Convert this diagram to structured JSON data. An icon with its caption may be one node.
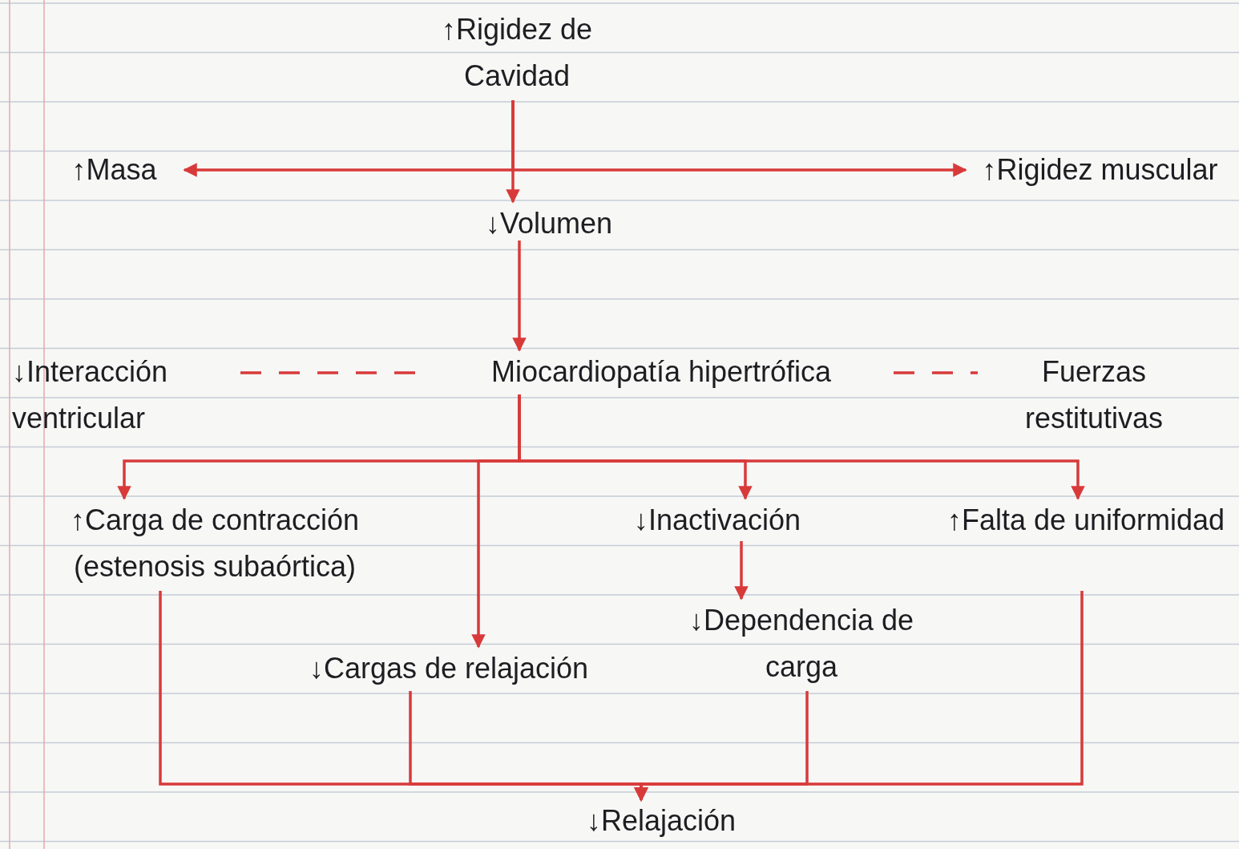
{
  "diagram": {
    "nodes": [
      {
        "text": [
          "↑Rigidez de Cavidad"
        ]
      },
      {
        "text": [
          "↑Masa"
        ]
      },
      {
        "text": [
          "↑Rigidez muscular"
        ]
      },
      {
        "text": [
          "↓Volumen"
        ]
      },
      {
        "text": [
          "↓Interacción ventricular"
        ]
      },
      {
        "text": [
          "Miocardiopatía hipertrófica"
        ]
      },
      {
        "text": [
          "Fuerzas restitutivas"
        ]
      },
      {
        "text": [
          "↑Carga de contracción (estenosis subaórtica)"
        ]
      },
      {
        "text": [
          "↓Inactivación"
        ]
      },
      {
        "text": [
          "↑Falta de uniformidad"
        ]
      },
      {
        "text": [
          "↓Dependencia de carga"
        ]
      },
      {
        "text": [
          "↓Cargas de relajación"
        ]
      },
      {
        "text": [
          "↓Relajación"
        ]
      }
    ],
    "edges": [
      {
        "from": 0,
        "to": 1,
        "arrow": "to"
      },
      {
        "from": 0,
        "to": 2,
        "arrow": "to"
      },
      {
        "from": 0,
        "to": 3,
        "arrow": "to"
      },
      {
        "from": 3,
        "to": 5,
        "arrow": "to"
      },
      {
        "from": 4,
        "to": 5,
        "arrow": "none",
        "style": "dashed"
      },
      {
        "from": 5,
        "to": 6,
        "arrow": "none",
        "style": "dashed"
      },
      {
        "from": 5,
        "to": 7,
        "arrow": "to"
      },
      {
        "from": 5,
        "to": 11,
        "arrow": "to"
      },
      {
        "from": 5,
        "to": 8,
        "arrow": "to"
      },
      {
        "from": 5,
        "to": 9,
        "arrow": "to"
      },
      {
        "from": 8,
        "to": 10,
        "arrow": "to"
      },
      {
        "from": 7,
        "to": 12,
        "arrow": "to"
      },
      {
        "from": 11,
        "to": 12,
        "arrow": "to"
      },
      {
        "from": 10,
        "to": 12,
        "arrow": "to"
      },
      {
        "from": 9,
        "to": 12,
        "arrow": "to"
      }
    ]
  }
}
